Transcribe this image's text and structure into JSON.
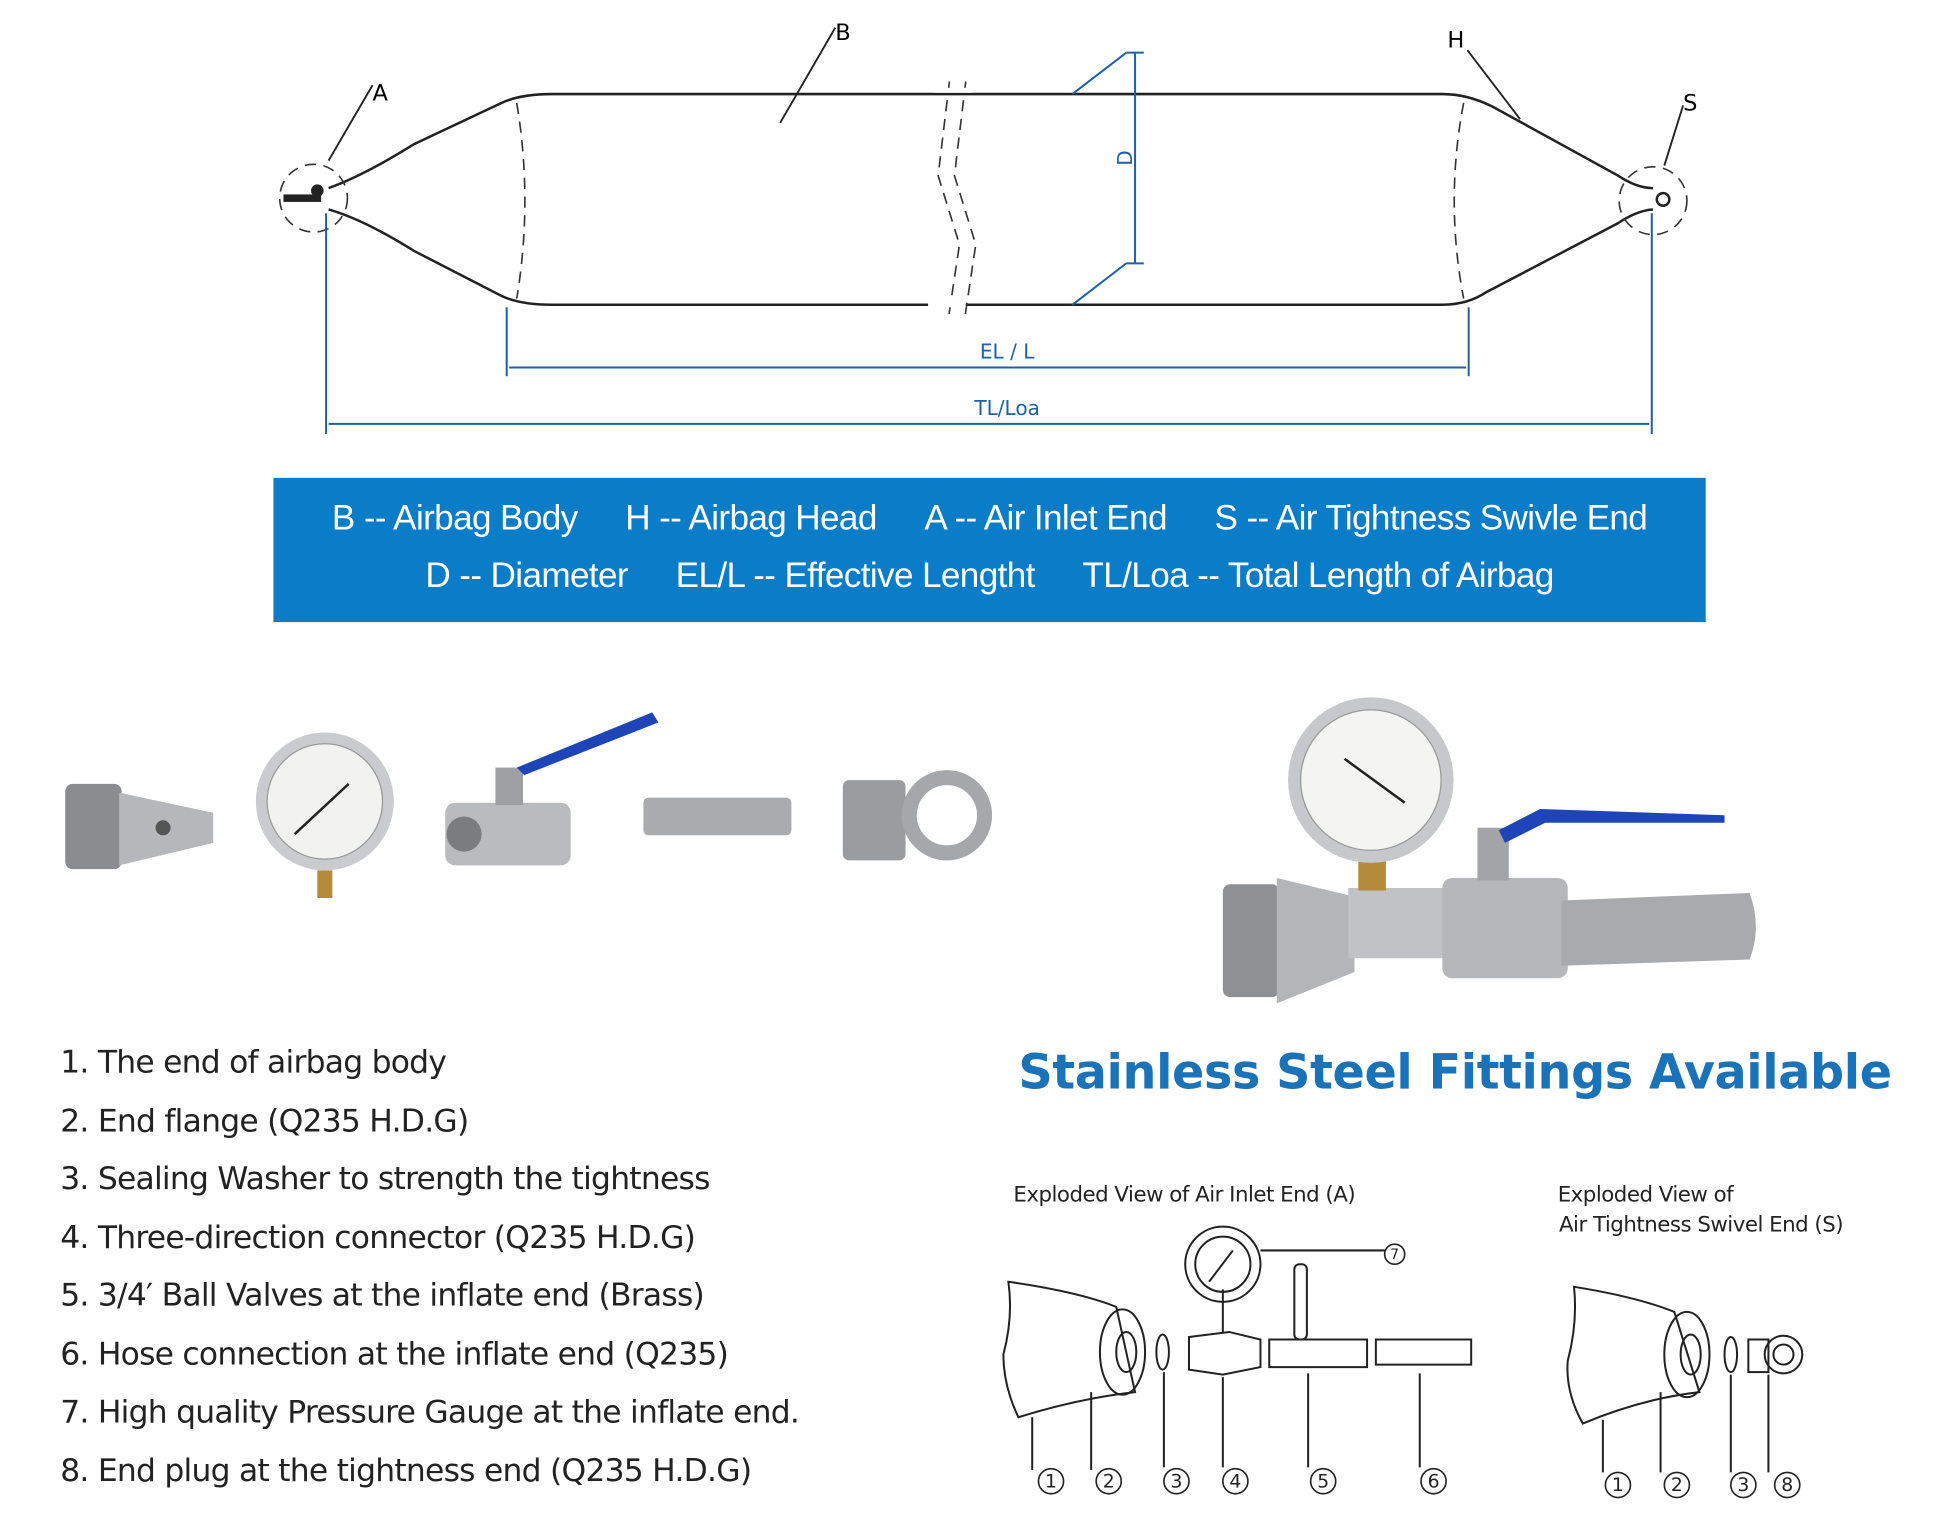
{
  "diagram": {
    "labels": {
      "A": "A",
      "B": "B",
      "H": "H",
      "S": "S",
      "D": "D",
      "el": "EL / L",
      "tl": "TL/Loa"
    }
  },
  "legend": {
    "row1": [
      "B -- Airbag Body",
      "H -- Airbag Head",
      "A -- Air Inlet End",
      "S -- Air Tightness Swivle End"
    ],
    "row2": [
      "D -- Diameter",
      "EL/L -- Effective Lengtht",
      "TL/Loa -- Total Length of Airbag"
    ],
    "colors": {
      "background": "#0a7cc8",
      "text": "#ffffff"
    }
  },
  "parts_list": [
    "1. The end of airbag body",
    "2. End flange (Q235 H.D.G)",
    "3. Sealing Washer to strength the tightness",
    "4. Three-direction connector (Q235 H.D.G)",
    "5. 3/4′   Ball Valves at the inflate end (Brass)",
    "6. Hose connection at the inflate end (Q235)",
    "7. High quality Pressure Gauge at the inflate end.",
    "8. End plug at the tightness end (Q235 H.D.G)"
  ],
  "headline": {
    "text": "Stainless Steel Fittings Available",
    "color": "#1a72b8"
  },
  "exploded_inlet": {
    "caption": "Exploded View of Air Inlet End (A)",
    "numbers": [
      "1",
      "2",
      "3",
      "4",
      "5",
      "6",
      "7"
    ]
  },
  "exploded_swivel": {
    "caption_line1": "Exploded View of",
    "caption_line2": "Air Tightness Swivel End (S)",
    "numbers": [
      "1",
      "2",
      "3",
      "8"
    ]
  }
}
